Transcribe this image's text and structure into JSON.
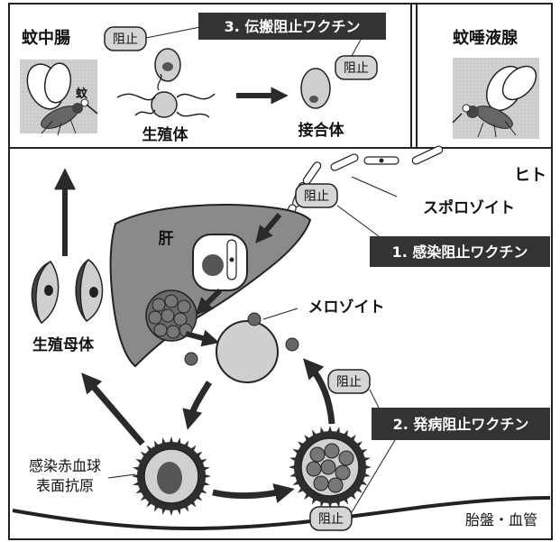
{
  "panels": {
    "mosquito_midgut": "蚊中腸",
    "mosquito_salivary_gland": "蚊唾液腺",
    "human": "ヒト"
  },
  "vaccines": {
    "transmission_blocking": "3. 伝搬阻止ワクチン",
    "infection_blocking": "1. 感染阻止ワクチン",
    "disease_blocking": "2. 発病阻止ワクチン"
  },
  "block_label": "阻止",
  "mosquito_caption": "蚊",
  "stages": {
    "gametes": "生殖体",
    "zygote": "接合体",
    "sporozoite": "スポロゾイト",
    "liver": "肝",
    "merozoite": "メロゾイト",
    "gametocyte": "生殖母体",
    "surface_antigen_line1": "感染赤血球",
    "surface_antigen_line2": "表面抗原",
    "placenta_vessel": "胎盤・血管"
  },
  "colors": {
    "dark": "#2a2a2a",
    "mid_gray": "#7a7a7a",
    "light_gray": "#cfcfcf",
    "panel_gray": "#d9d9d9",
    "white": "#ffffff"
  }
}
